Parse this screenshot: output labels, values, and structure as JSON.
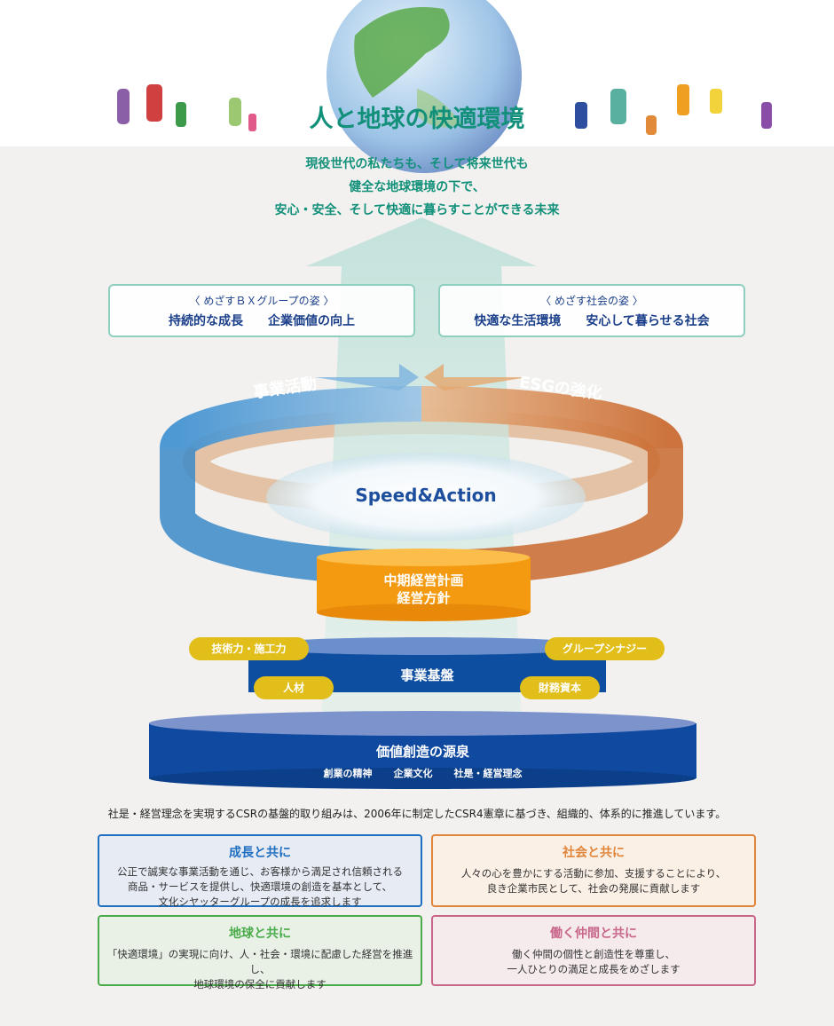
{
  "header": {
    "title": "人と地球の快適環境",
    "subtitle": [
      "現役世代の私たちも、そして将来世代も",
      "健全な地球環境の下で、",
      "安心・安全、そして快適に暮らすことができる未来"
    ]
  },
  "goals": [
    {
      "heading": "〈 めざすＢＸグループの姿 〉",
      "items": [
        "持続的な成長",
        "企業価値の向上"
      ]
    },
    {
      "heading": "〈 めざす社会の姿 〉",
      "items": [
        "快適な生活環境",
        "安心して暮らせる社会"
      ]
    }
  ],
  "rings": {
    "left": "事業活動",
    "right": "ESGの強化",
    "center": "Speed&Action"
  },
  "plan": {
    "line1": "中期経営計画",
    "line2": "経営方針"
  },
  "foundation": {
    "title": "事業基盤",
    "pills": [
      "技術力・施工力",
      "グループシナジー",
      "人材",
      "財務資本"
    ]
  },
  "source": {
    "title": "価値創造の源泉",
    "items": [
      "創業の精神",
      "企業文化",
      "社是・経営理念"
    ]
  },
  "intro": "社是・経営理念を実現するCSRの基盤的取り組みは、2006年に制定したCSR4憲章に基づき、組織的、体系的に推進しています。",
  "csr": [
    {
      "title": "成長と共に",
      "lines": [
        "公正で誠実な事業活動を通じ、お客様から満足され信頼される",
        "商品・サービスを提供し、快適環境の創造を基本として、",
        "文化シヤッターグループの成長を追求します"
      ],
      "color": "#1f6fc0",
      "bg": "#e7ebf4"
    },
    {
      "title": "社会と共に",
      "lines": [
        "人々の心を豊かにする活動に参加、支援することにより、",
        "良き企業市民として、社会の発展に貢献します"
      ],
      "color": "#e0853a",
      "bg": "#fbf0e6"
    },
    {
      "title": "地球と共に",
      "lines": [
        "「快適環境」の実現に向け、人・社会・環境に配慮した経営を推進し、",
        "地球環境の保全に貢献します"
      ],
      "color": "#4aab4a",
      "bg": "#e9f1e6"
    },
    {
      "title": "働く仲間と共に",
      "lines": [
        "働く仲間の個性と創造性を尊重し、",
        "一人ひとりの満足と成長をめざします"
      ],
      "color": "#c8678a",
      "bg": "#f5ebed"
    }
  ]
}
